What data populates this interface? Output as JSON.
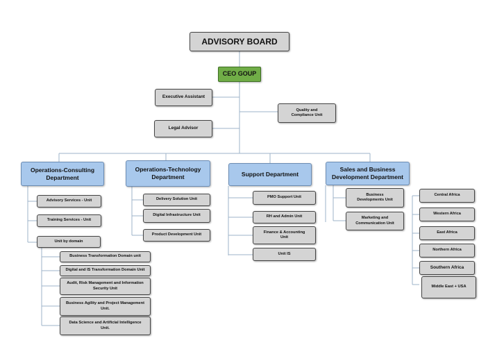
{
  "board": "ADVISORY BOARD",
  "ceo": "CEO GOUP",
  "executive_assistant": "Executive Assistant",
  "legal_advisor": "Legal Advisor",
  "quality_compliance": "Quality and Compliance Unit",
  "departments": {
    "consulting": {
      "title": "Operations-Consulting Department",
      "units": [
        "Advisory Services - Unit",
        "Training Services - Unit",
        "Unit by domain"
      ],
      "domain_units": [
        "Business Transformation Domain unit",
        "Digital and IS Transformation Domain Unit",
        "Audit, Risk Management and Information Security Unit",
        "Business Agility and Project Management Unit.",
        "Data Science and Artificial Intelligence Unit."
      ]
    },
    "technology": {
      "title": "Operations-Technology Department",
      "units": [
        "Delivery Solution Unit",
        "Digital Infrastructure Unit",
        "Product Development Unit"
      ]
    },
    "support": {
      "title": "Support Department",
      "units": [
        "PMO Support Unit",
        "RH and Admin Unit",
        "Finance & Accounting Unit",
        "Unit IS"
      ]
    },
    "sales": {
      "title": "Sales and Business Development Department",
      "units": [
        "Business Developments Unit",
        "Marketing and Communication Unit"
      ]
    }
  },
  "regions": [
    "Central Africa",
    "Western Africa",
    "East Africa",
    "Northern Africa",
    "Southern Africa",
    "Middle East + USA"
  ]
}
